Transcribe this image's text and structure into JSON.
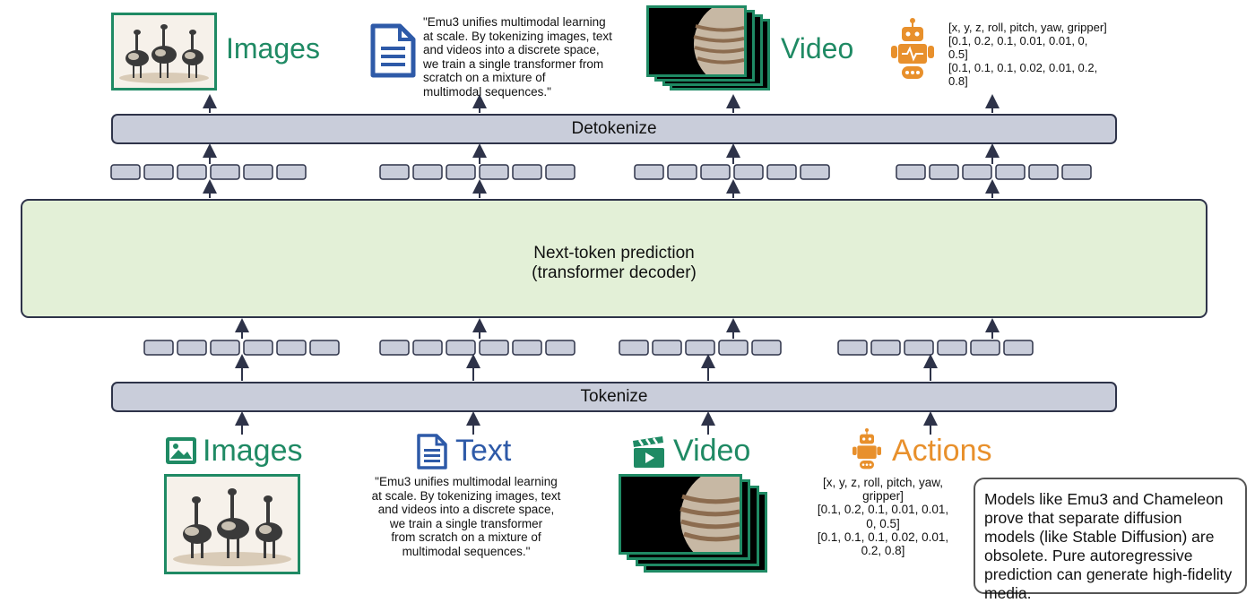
{
  "detokenize_label": "Detokenize",
  "tokenize_label": "Tokenize",
  "decoder": {
    "line1": "Next-token prediction",
    "line2": "(transformer decoder)"
  },
  "outputs": {
    "images_label": "Images",
    "video_label": "Video",
    "text_quote": [
      "\"Emu3 unifies multimodal learning",
      "at scale. By tokenizing images, text",
      "and videos into a discrete space,",
      "we train a single transformer from",
      "scratch on a mixture of",
      "multimodal sequences.\""
    ],
    "actions_lines": [
      "[x, y, z, roll, pitch, yaw, gripper]",
      "[0.1, 0.2, 0.1, 0.01, 0.01, 0,",
      "0.5]",
      "[0.1, 0.1, 0.1, 0.02, 0.01, 0.2,",
      "0.8]"
    ]
  },
  "inputs": {
    "images_label": "Images",
    "text_label": "Text",
    "video_label": "Video",
    "actions_label": "Actions",
    "text_quote": [
      "\"Emu3 unifies multimodal learning",
      "at scale. By tokenizing images, text",
      "and videos into a discrete space,",
      "we train a single transformer",
      "from scratch on a mixture of",
      "multimodal sequences.\""
    ],
    "actions_lines": [
      "[x, y, z, roll, pitch, yaw,",
      "gripper]",
      "[0.1, 0.2, 0.1, 0.01, 0.01,",
      "0, 0.5]",
      "[0.1, 0.1, 0.1, 0.02, 0.01,",
      "0.2, 0.8]"
    ]
  },
  "note": "Models like Emu3 and Chameleon prove that separate diffusion models (like Stable Diffusion) are obsolete. Pure autoregressive prediction can generate high-fidelity media.",
  "colors": {
    "green": "#1f8a64",
    "blue": "#2e5aa8",
    "orange": "#e8902c",
    "token": "#c9cdda",
    "outline": "#2e3349",
    "decoder_fill": "#e3f0d7",
    "dashed_arrow": "#8fc08a"
  },
  "icons": {
    "image": "image-icon",
    "document": "document-icon",
    "clapperboard": "clapperboard-icon",
    "robot": "robot-icon"
  }
}
